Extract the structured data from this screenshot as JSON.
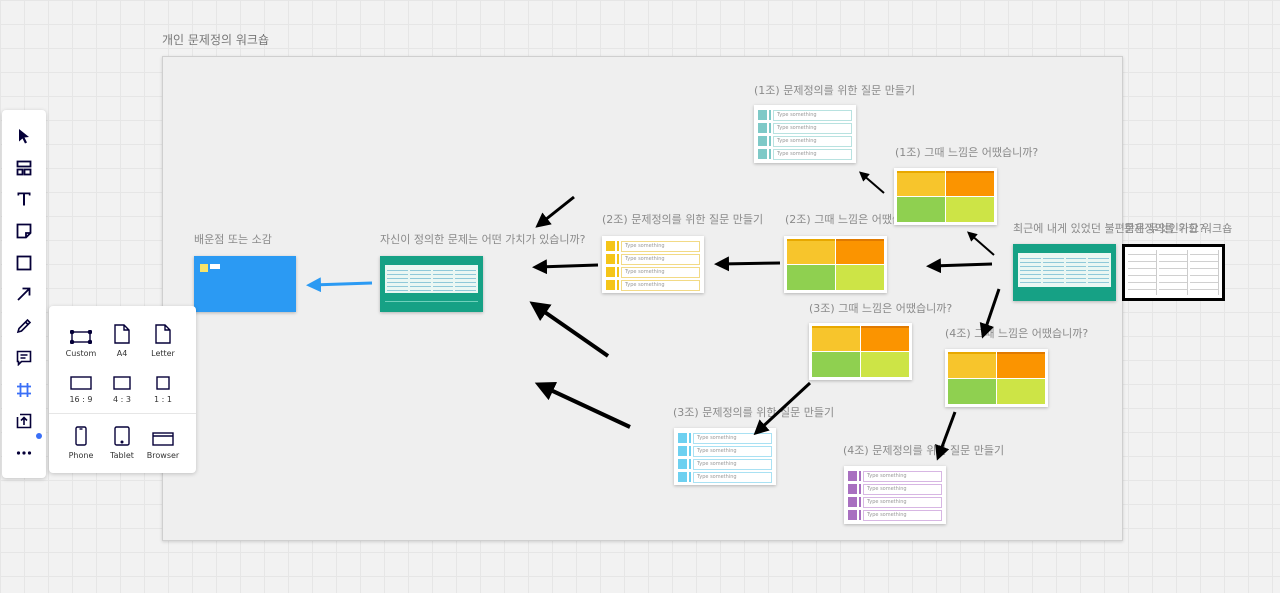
{
  "board": {
    "frame_title": "개인 문제정의 워크숍",
    "labels": {
      "learned": "배운점 또는 소감",
      "value_question": "자신이 정의한 문제는 어떤 가치가 있습니까?",
      "g1_questions": "(1조) 문제정의를 위한 질문 만들기",
      "g1_feeling": "(1조) 그때 느낌은 어땠습니까?",
      "g2_questions": "(2조) 문제정의를 위한 질문 만들기",
      "g2_feeling": "(2조) 그때 느낌은 어땠습니까?",
      "g3_feeling": "(3조) 그때 느낌은 어땠습니까?",
      "g3_questions": "(3조) 문제정의를 위한 질문 만들기",
      "g4_feeling": "(4조) 그때 느낌은 어땠습니까?",
      "g4_questions": "(4조) 문제정의를 위한 질문 만들기",
      "recent": "최근에 내게 있었던 불편함은 무엇인가요?",
      "workshop": "문제정의를 위한 워크숍"
    },
    "placeholder": "Type something"
  },
  "toolbar": {
    "tools": [
      {
        "name": "select-tool",
        "icon": "cursor-icon"
      },
      {
        "name": "templates-tool",
        "icon": "templates-icon"
      },
      {
        "name": "text-tool",
        "icon": "text-icon"
      },
      {
        "name": "sticky-note-tool",
        "icon": "sticky-note-icon"
      },
      {
        "name": "shape-tool",
        "icon": "square-icon"
      },
      {
        "name": "connection-line-tool",
        "icon": "arrow-line-icon"
      },
      {
        "name": "pen-tool",
        "icon": "pen-icon"
      },
      {
        "name": "comment-tool",
        "icon": "comment-icon"
      },
      {
        "name": "frame-tool",
        "icon": "frame-icon"
      },
      {
        "name": "upload-tool",
        "icon": "upload-icon"
      },
      {
        "name": "more-tools",
        "icon": "more-icon"
      }
    ]
  },
  "frame_panel": {
    "options": [
      "Custom",
      "A4",
      "Letter",
      "16 : 9",
      "4 : 3",
      "1 : 1",
      "Phone",
      "Tablet",
      "Browser"
    ]
  },
  "colors": {
    "accent": "#3a6ff7",
    "blue_card": "#2b9af3",
    "teal_card": "#16a185",
    "arrow": "#000000",
    "blue_arrow": "#2b9af3"
  }
}
